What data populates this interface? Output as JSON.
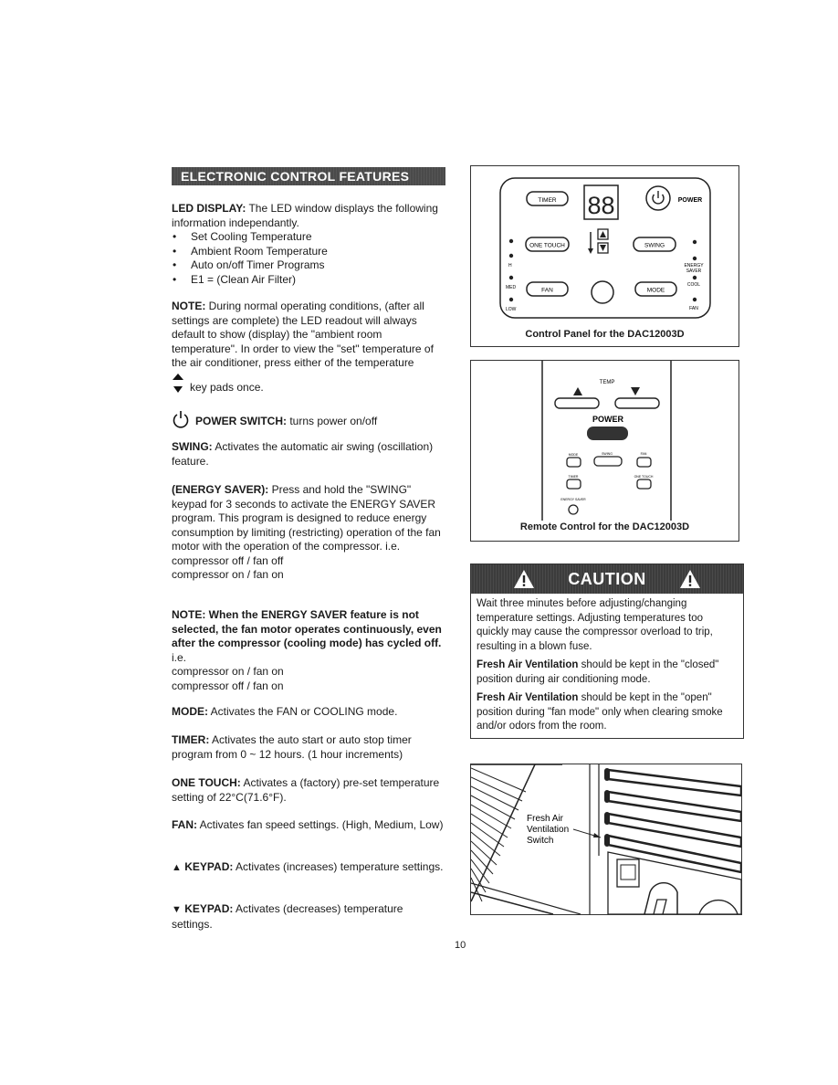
{
  "left": {
    "section_title": "ELECTRONIC CONTROL FEATURES",
    "led": {
      "label": "LED DISPLAY:",
      "text": " The LED window displays the following information independantly.",
      "items": [
        "Set Cooling Temperature",
        "Ambient Room Temperature",
        "Auto on/off Timer Programs",
        "E1 = (Clean Air Filter)"
      ]
    },
    "note1": {
      "label": "NOTE:",
      "text": " During normal operating conditions, (after all settings are complete) the LED readout will always default to show (display) the \"ambient room temperature\". In order to view the \"set\" temperature of the air conditioner, press either of the temperature",
      "key_text": "key pads once."
    },
    "power": {
      "label": "POWER SWITCH:",
      "text": " turns power on/off"
    },
    "swing": {
      "label": "SWING:",
      "text": " Activates the automatic air swing (oscillation) feature."
    },
    "energy": {
      "label": "(ENERGY SAVER):",
      "text": " Press and hold the \"SWING\" keypad for 3 seconds to activate the ENERGY SAVER program. This program is designed to reduce energy consumption by limiting (restricting) operation of the fan motor with the operation of the compressor. i.e.",
      "line1": "compressor off / fan off",
      "line2": "compressor on / fan on"
    },
    "note2": {
      "bold": "NOTE: When the ENERGY SAVER feature is not selected, the fan motor operates continuously, even after the compressor (cooling mode) has cycled off.",
      "tail": " i.e.",
      "line1": "compressor on / fan on",
      "line2": "compressor off / fan on"
    },
    "mode": {
      "label": "MODE:",
      "text": " Activates the FAN or COOLING mode."
    },
    "timer": {
      "label": "TIMER:",
      "text": " Activates the auto start or auto stop timer program from 0 ~ 12 hours. (1 hour increments)"
    },
    "onetouch": {
      "label": "ONE TOUCH:",
      "text": " Activates a (factory) pre-set temperature setting of 22°C(71.6°F)."
    },
    "fan": {
      "label": "FAN:",
      "text": " Activates fan speed settings. (High, Medium, Low)"
    },
    "keyup": {
      "label": "KEYPAD:",
      "text": " Activates (increases) temperature settings."
    },
    "keydown": {
      "label": "KEYPAD:",
      "text": " Activates (decreases) temperature settings."
    }
  },
  "control_panel": {
    "caption": "Control Panel for the DAC12003D",
    "display": "88",
    "buttons": {
      "timer": "TIMER",
      "onetouch": "ONE TOUCH",
      "fan": "FAN",
      "swing": "SWING",
      "mode": "MODE",
      "power": "POWER"
    },
    "left_labels": {
      "h": "H",
      "med": "MED",
      "low": "LOW"
    },
    "right_labels": {
      "energy1": "ENERGY",
      "energy2": "SAVER",
      "cool": "COOL",
      "fan": "FAN"
    }
  },
  "remote": {
    "caption": "Remote Control for the DAC12003D",
    "temp": "TEMP",
    "power": "POWER",
    "labels": {
      "mode": "MODE",
      "swing": "SWING",
      "fan": "FAN",
      "timer": "TIMER",
      "onetouch": "ONE TOUCH",
      "energy": "ENERGY SAVER"
    }
  },
  "caution": {
    "title": "CAUTION",
    "p1": "Wait three minutes before adjusting/changing temperature settings. Adjusting temperatures too quickly may cause the compressor overload to trip, resulting in a blown fuse.",
    "p2_bold": "Fresh Air Ventilation",
    "p2_text": " should be kept in the \"closed\" position during air conditioning mode.",
    "p3_bold": "Fresh Air Ventilation",
    "p3_text": " should be kept in the \"open\" position during \"fan mode\" only when clearing smoke and/or odors from the room."
  },
  "vent_figure": {
    "label1": "Fresh Air",
    "label2": "Ventilation",
    "label3": "Switch"
  },
  "page_number": "10"
}
